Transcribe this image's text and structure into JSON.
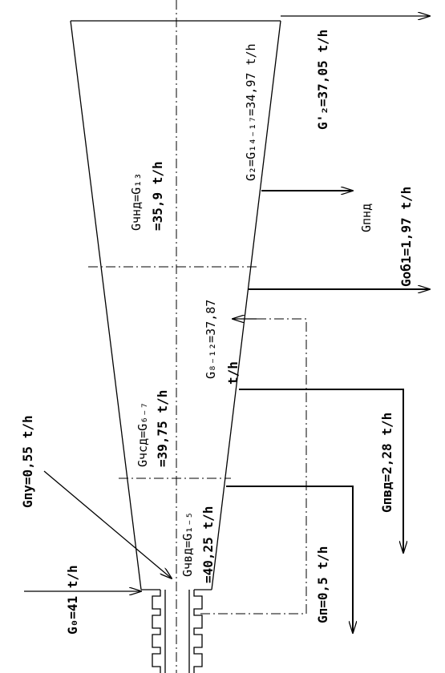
{
  "labels": {
    "g0": "G₀=41 t/h",
    "gpu": "Gпу=0,55 t/h",
    "gchvd": "Gчвд=G₁₋₅",
    "gchvd_val": "=40,25 t/h",
    "gchsd": "Gчсд=G₆₋₇",
    "gchsd_val": "=39,75 t/h",
    "gchnd": "Gчнд=G₁₃",
    "gchnd_val": "=35,9 t/h",
    "g8_12": "G₈₋₁₂=37,87",
    "g8_12_unit": "t/h",
    "g2": "G₂=G₁₄₋₁₇=34,97 t/h",
    "g2p": "G'₂=37,05 t/h",
    "gpnd": "Gпнд",
    "gob1": "Gоб1=1,97 t/h",
    "gpvd": "Gпвд=2,28 t/h",
    "gp": "Gп=0,5 t/h"
  }
}
